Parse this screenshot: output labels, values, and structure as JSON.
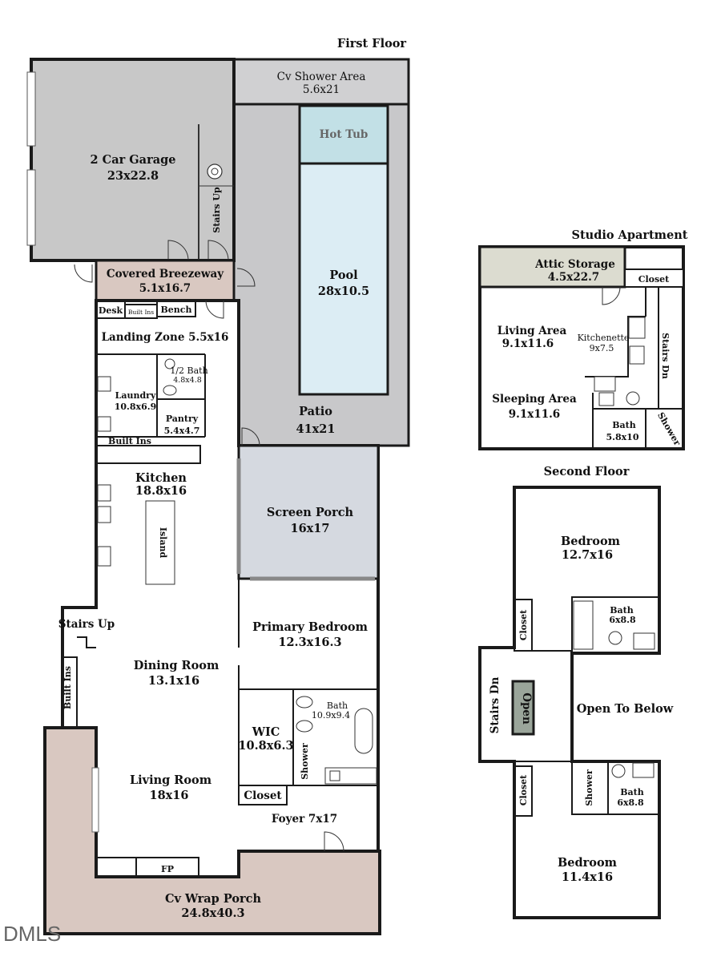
{
  "colors": {
    "garage": "#c8c8c8",
    "patio": "#c8c8ca",
    "pool": "#dcedf4",
    "hot_tub": "#c2e0e6",
    "screen_porch": "#d5d9e0",
    "wrap_porch": "#d9c8c1",
    "attic": "#dcdcd0",
    "breezeway": "#d9c8c1",
    "wall": "#1a1a1a",
    "floor": "#ffffff"
  },
  "floors": {
    "first": "First Floor",
    "studio": "Studio Apartment",
    "second": "Second Floor"
  },
  "first_floor": {
    "shower_area": {
      "name": "Cv Shower Area",
      "dim": "5.6x21"
    },
    "hot_tub": "Hot Tub",
    "garage": {
      "name": "2 Car Garage",
      "dim": "23x22.8"
    },
    "garage_stairs": "Stairs Up",
    "pool": {
      "name": "Pool",
      "dim": "28x10.5"
    },
    "breezeway": {
      "name": "Covered Breezeway",
      "dim": "5.1x16.7"
    },
    "desk": "Desk",
    "built_ins_small": "Built Ins",
    "bench": "Bench",
    "landing_zone": "Landing Zone 5.5x16",
    "half_bath": {
      "name": "1/2 Bath",
      "dim": "4.8x4.8"
    },
    "laundry": {
      "name": "Laundry",
      "dim": "10.8x6.9"
    },
    "pantry": {
      "name": "Pantry",
      "dim": "5.4x4.7"
    },
    "built_ins": "Built Ins",
    "patio": {
      "name": "Patio",
      "dim": "41x21"
    },
    "kitchen": {
      "name": "Kitchen",
      "dim": "18.8x16"
    },
    "island": "Island",
    "screen_porch": {
      "name": "Screen Porch",
      "dim": "16x17"
    },
    "stairs_up": "Stairs Up",
    "primary_bedroom": {
      "name": "Primary Bedroom",
      "dim": "12.3x16.3"
    },
    "dining": {
      "name": "Dining Room",
      "dim": "13.1x16"
    },
    "built_ins_v": "Built Ins",
    "primary_bath": {
      "name": "Bath",
      "dim": "10.9x9.4"
    },
    "wic": {
      "name": "WIC",
      "dim": "10.8x6.3"
    },
    "shower": "Shower",
    "living": {
      "name": "Living Room",
      "dim": "18x16"
    },
    "closet": "Closet",
    "foyer": "Foyer 7x17",
    "fp": "FP",
    "wrap_porch": {
      "name": "Cv Wrap Porch",
      "dim": "24.8x40.3"
    }
  },
  "studio": {
    "attic": {
      "name": "Attic Storage",
      "dim": "4.5x22.7"
    },
    "closet": "Closet",
    "living": {
      "name": "Living Area",
      "dim": "9.1x11.6"
    },
    "kitchenette": {
      "name": "Kitchenette",
      "dim": "9x7.5"
    },
    "stairs": "Stairs Dn",
    "sleeping": {
      "name": "Sleeping Area",
      "dim": "9.1x11.6"
    },
    "bath": {
      "name": "Bath",
      "dim": "5.8x10"
    },
    "shower": "Shower"
  },
  "second_floor": {
    "bedroom1": {
      "name": "Bedroom",
      "dim": "12.7x16"
    },
    "bath1": {
      "name": "Bath",
      "dim": "6x8.8"
    },
    "closet1": "Closet",
    "stairs": "Stairs Dn",
    "open": "Open",
    "open_below": "Open To Below",
    "closet2": "Closet",
    "shower": "Shower",
    "bath2": {
      "name": "Bath",
      "dim": "6x8.8"
    },
    "bedroom2": {
      "name": "Bedroom",
      "dim": "11.4x16"
    }
  },
  "watermark": "DMLS"
}
